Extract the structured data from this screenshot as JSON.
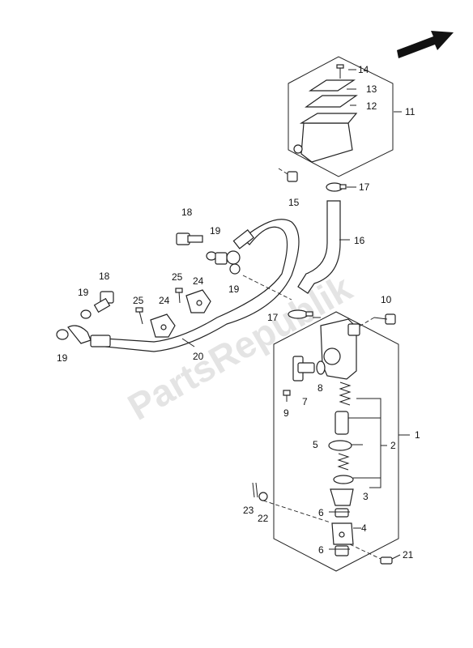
{
  "watermark": "PartsRepublik",
  "callouts": {
    "c1": "1",
    "c2": "2",
    "c3": "3",
    "c4": "4",
    "c5": "5",
    "c6a": "6",
    "c6b": "6",
    "c7": "7",
    "c8": "8",
    "c9": "9",
    "c10": "10",
    "c11": "11",
    "c12": "12",
    "c13": "13",
    "c14": "14",
    "c15": "15",
    "c16": "16",
    "c17a": "17",
    "c17b": "17",
    "c18a": "18",
    "c18b": "18",
    "c19a": "19",
    "c19b": "19",
    "c19c": "19",
    "c19d": "19",
    "c20": "20",
    "c21": "21",
    "c22": "22",
    "c23": "23",
    "c24a": "24",
    "c24b": "24",
    "c25a": "25",
    "c25b": "25"
  },
  "icons": {
    "direction": "front-direction-arrow-icon"
  }
}
